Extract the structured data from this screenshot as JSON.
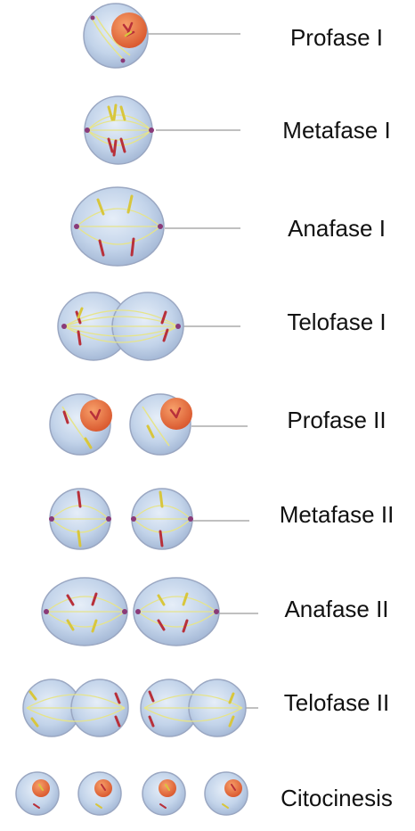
{
  "diagram": {
    "stages": [
      {
        "id": "profase-1",
        "label": "Profase I"
      },
      {
        "id": "metafase-1",
        "label": "Metafase I"
      },
      {
        "id": "anafase-1",
        "label": "Anafase I"
      },
      {
        "id": "telofase-1",
        "label": "Telofase I"
      },
      {
        "id": "profase-2",
        "label": "Profase II"
      },
      {
        "id": "metafase-2",
        "label": "Metafase II"
      },
      {
        "id": "anafase-2",
        "label": "Anafase II"
      },
      {
        "id": "telofase-2",
        "label": "Telofase II"
      },
      {
        "id": "citocinesis",
        "label": "Citocinesis"
      }
    ]
  },
  "colors": {
    "cytoplasm": "#c3d4ea",
    "membrane": "#9aa7c2",
    "nucleus": "#e8683a",
    "spindle": "#e6e48a",
    "chromosome_red": "#b8303a",
    "chromosome_yellow": "#d8c63c",
    "pole": "#8a3a78",
    "leader_line": "#9a9a9a",
    "label_text": "#111111"
  }
}
